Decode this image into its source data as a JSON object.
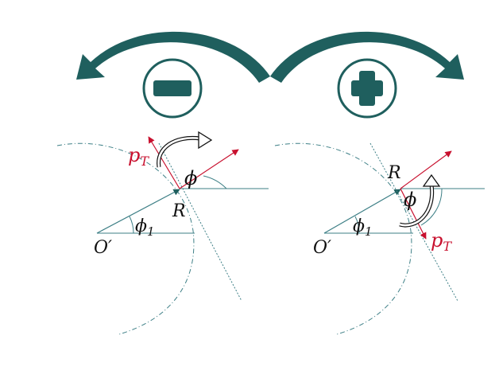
{
  "colors": {
    "teal": "#1f5f5e",
    "teal_line": "#3d7f86",
    "red": "#c8102e",
    "black": "#111111"
  },
  "icons": {
    "left": "counterclockwise-arrow-icon",
    "right": "clockwise-arrow-icon",
    "minus": "minus-icon",
    "plus": "plus-icon"
  },
  "left": {
    "pT": "p",
    "pT_sub": "T",
    "phi": "ϕ",
    "R": "R",
    "phi1": "ϕ",
    "phi1_sub": "1",
    "O": "O′"
  },
  "right": {
    "pT": "p",
    "pT_sub": "T",
    "phi": "ϕ",
    "R": "R",
    "phi1": "ϕ",
    "phi1_sub": "1",
    "O": "O′"
  }
}
